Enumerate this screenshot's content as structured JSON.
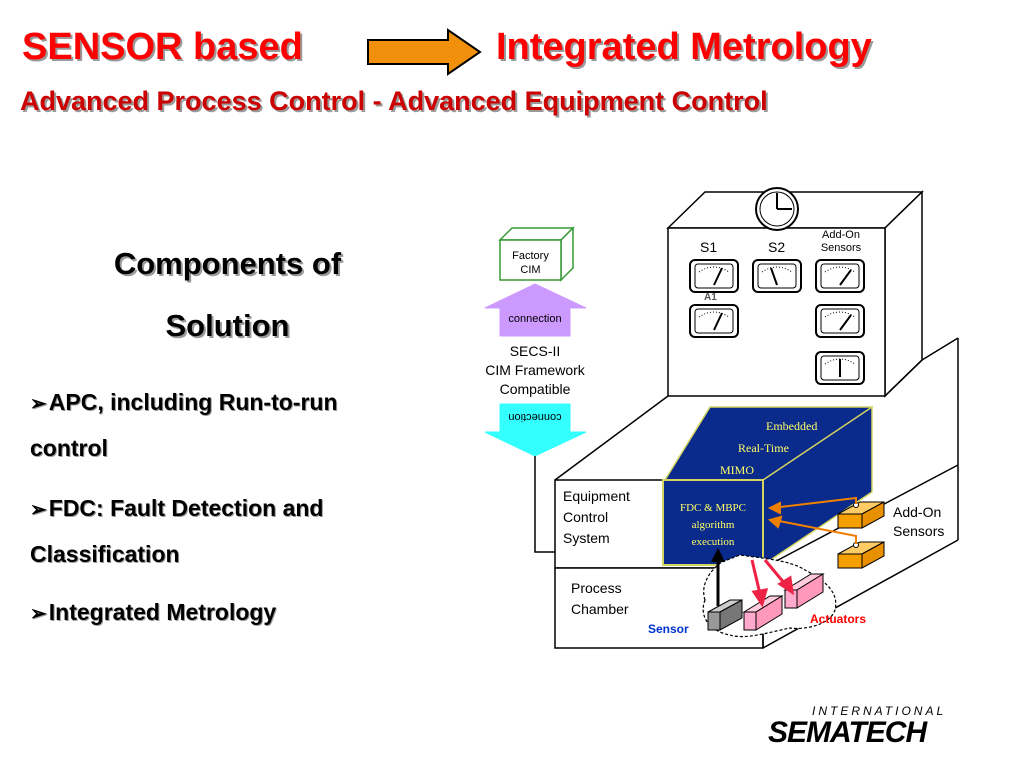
{
  "header": {
    "title_left": "SENSOR based",
    "title_right": "Integrated Metrology",
    "subtitle": "Advanced Process Control - Advanced Equipment Control"
  },
  "components": {
    "heading_line1": "Components of",
    "heading_line2": "Solution",
    "bullets": [
      "APC, including Run-to-run control",
      "FDC: Fault Detection and Classification",
      "Integrated Metrology"
    ],
    "bullet_lines": [
      [
        "APC, including Run-to-run",
        "control"
      ],
      [
        "FDC: Fault Detection and",
        "Classification"
      ],
      [
        "Integrated Metrology"
      ]
    ]
  },
  "diagram": {
    "factory_cim_line1": "Factory",
    "factory_cim_line2": "CIM",
    "connection_up": "connection",
    "connection_down": "connection",
    "secs_line1": "SECS-II",
    "secs_line2": "CIM Framework",
    "secs_line3": "Compatible",
    "sensor_s1": "S1",
    "sensor_s2": "S2",
    "sensor_a1": "A1",
    "addon_top_line1": "Add-On",
    "addon_top_line2": "Sensors",
    "embedded_line1": "Embedded",
    "embedded_line2": "Real-Time",
    "embedded_line3": "MIMO",
    "fdc_line1": "FDC & MBPC",
    "fdc_line2": "algorithm",
    "fdc_line3": "execution",
    "ecs_line1": "Equipment",
    "ecs_line2": "Control",
    "ecs_line3": "System",
    "chamber_line1": "Process",
    "chamber_line2": "Chamber",
    "sensor_label": "Sensor",
    "actuators_label": "Actuators",
    "addon_right_line1": "Add-On",
    "addon_right_line2": "Sensors"
  },
  "logo": {
    "line1": "INTERNATIONAL",
    "line2": "SEMATECH"
  },
  "colors": {
    "title_red": "#ff0000",
    "subtitle_red": "#cc0000",
    "arrow_orange": "#f0900c",
    "cim_green": "#339933",
    "connection_purple": "#cc99ff",
    "connection_cyan": "#33ffff",
    "embedded_blue": "#0a2a8c",
    "embedded_text": "#ffff66",
    "actuator_pink": "#ff99bb",
    "sensor_blue": "#0033cc",
    "actuators_red": "#ff0000"
  }
}
